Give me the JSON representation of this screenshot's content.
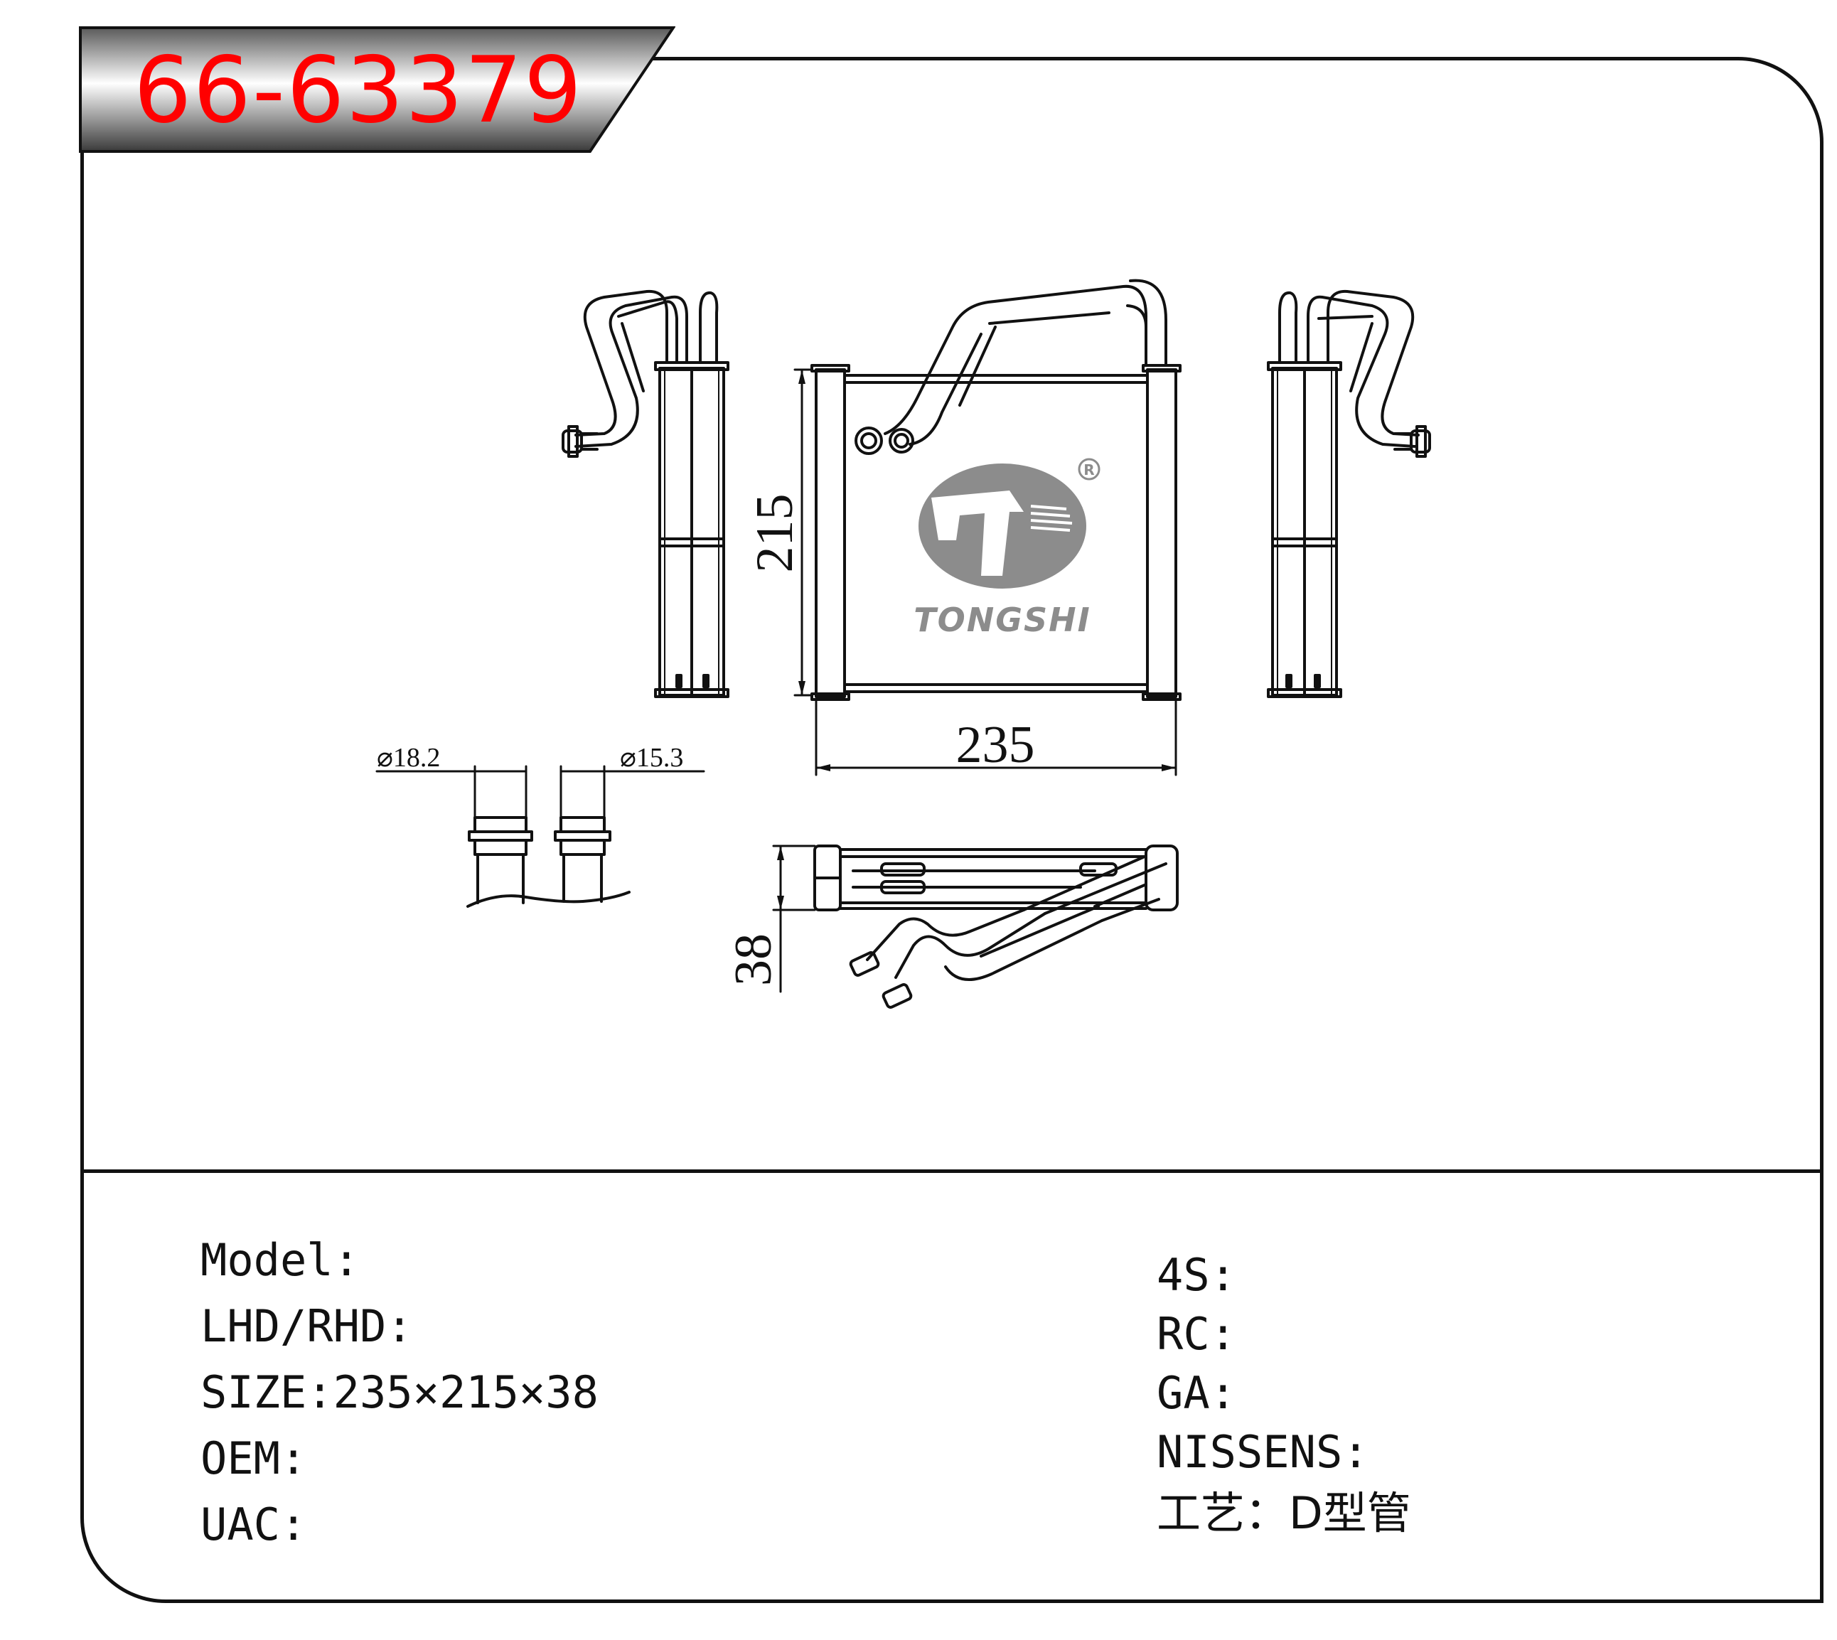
{
  "part_number": "66-63379",
  "brand": {
    "name": "TONGSHI",
    "registered_mark": "R"
  },
  "dimensions": {
    "width": "235",
    "height": "215",
    "depth": "38",
    "pipe_diameter_large": "⌀18.2",
    "pipe_diameter_small": "⌀15.3"
  },
  "specs_left": [
    {
      "label": "Model:",
      "value": ""
    },
    {
      "label": "LHD/RHD:",
      "value": ""
    },
    {
      "label": "SIZE:",
      "value": "235×215×38"
    },
    {
      "label": "OEM:",
      "value": ""
    },
    {
      "label": "UAC:",
      "value": ""
    }
  ],
  "specs_right": [
    {
      "label": "4S:",
      "value": ""
    },
    {
      "label": "RC:",
      "value": ""
    },
    {
      "label": "GA:",
      "value": ""
    },
    {
      "label": "NISSENS:",
      "value": ""
    },
    {
      "label": "工艺：",
      "value": "D型管"
    }
  ],
  "colors": {
    "part_number": "#ff0000",
    "tab_dark": "#3a3a3a",
    "logo_gray": "#8c8c8c",
    "line": "#111111"
  }
}
